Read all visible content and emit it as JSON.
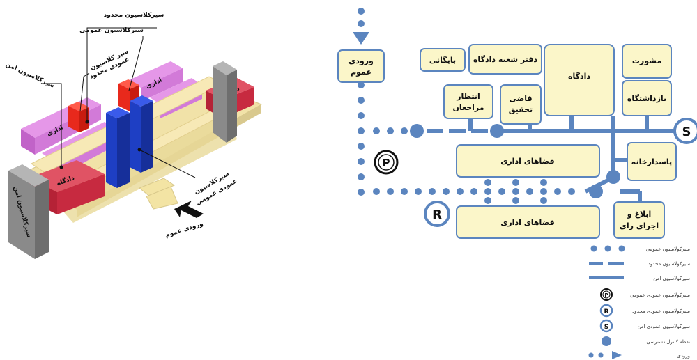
{
  "iso": {
    "callouts": {
      "restricted": "سیرکلاسیون محدود",
      "public": "سیرکلاسیون عمومی",
      "vertical_restricted_1": "سیر کلاسیون",
      "vertical_restricted_2": "عمودی محدود",
      "secure": "سیرکلاسیون امن",
      "vertical_public_1": "سیرکلاسیون",
      "vertical_public_2": "عمودی عمومی"
    },
    "block_admin": "اداری",
    "block_court": "دادگاه",
    "secure_wall": "سیرکلاسیون امن",
    "entrance": "ورودی عموم"
  },
  "plan": {
    "rooms": {
      "entrance_1": "ورودی",
      "entrance_2": "عموم",
      "archive": "بایگانی",
      "court_office": "دفتر شعبه دادگاه",
      "court": "دادگاه",
      "counsel": "مشورت",
      "waiting_1": "انتظار",
      "waiting_2": "مراجعان",
      "judge_1": "قاضی",
      "judge_2": "تحقیق",
      "detention": "بازداشتگاه",
      "office_top": "فضاهای اداری",
      "guard": "پاسدارخانه",
      "office_bottom": "فضاهای اداری",
      "notice_1": "ابلاغ و",
      "notice_2": "اجرای رای"
    },
    "markers": {
      "p": "P",
      "r": "R",
      "s": "S"
    }
  },
  "legend": [
    {
      "key": "public",
      "label": "سیرکولاسیون عمومی"
    },
    {
      "key": "restricted",
      "label": "سیرکولاسیون محدود"
    },
    {
      "key": "secure",
      "label": "سیرکولاسیون امن"
    },
    {
      "key": "vpublic",
      "label": "سیرکولاسیون عمودی عمومی"
    },
    {
      "key": "vrestricted",
      "label": "سیرکولاسیون عمودی محدود"
    },
    {
      "key": "vsecure",
      "label": "سیرکولاسیون عمودی امن"
    },
    {
      "key": "control",
      "label": "نقطه کنترل دسترسی"
    },
    {
      "key": "entry",
      "label": "ورودی"
    }
  ],
  "colors": {
    "circulation": "#5b85bf",
    "room_fill": "#fbf6c9",
    "admin": "#d27ad8",
    "court": "#d23a4e",
    "vertical_public": "#1e3fc4",
    "vertical_restricted": "#e8291c",
    "secure_wall": "#8a8a8a"
  }
}
